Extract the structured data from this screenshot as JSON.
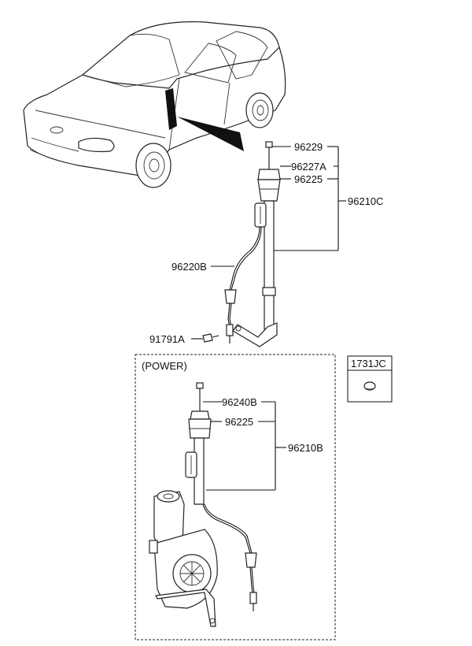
{
  "labels": {
    "p96229": "96229",
    "p96227A": "96227A",
    "p96225_top": "96225",
    "p96210C": "96210C",
    "p96220B": "96220B",
    "p91791A": "91791A",
    "power": "(POWER)",
    "p96240B": "96240B",
    "p96225_bottom": "96225",
    "p96210B": "96210B",
    "p1731JC": "1731JC"
  }
}
